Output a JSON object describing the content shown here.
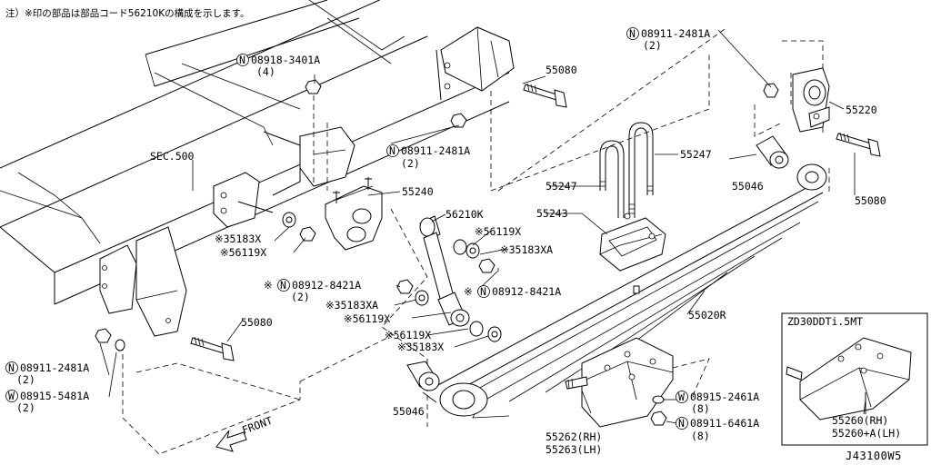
{
  "note": "注）※印の部品は部品コード56210Kの構成を示します。",
  "diagram_code": "J43100W5",
  "front_label": "FRONT",
  "inset_title": "ZD30DDTi.5MT",
  "labels": {
    "sec500": "SEC.500",
    "p55080_a": "55080",
    "p55080_b": "55080",
    "p55080_c": "55080",
    "p55220": "55220",
    "p55240": "55240",
    "p55247_a": "55247",
    "p55247_b": "55247",
    "p55243": "55243",
    "p55046_a": "55046",
    "p55046_b": "55046",
    "p56210k": "56210K",
    "p55020r": "55020R",
    "p55262": "55262(RH)",
    "p55263": "55263(LH)",
    "p55260": "55260(RH)",
    "p55260a": "55260+A(LH)",
    "p35183x_a": "※35183X",
    "p56119x_a": "※56119X",
    "p56119x_b": "※56119X",
    "p35183xa_a": "※35183XA",
    "p35183xa_b": "※35183XA",
    "p56119x_c": "※56119X",
    "p56119x_d": "※56119X",
    "p35183x_b": "※35183X",
    "mark_star": "※"
  },
  "circled_parts": [
    {
      "prefix": "N",
      "code": "08918-3401A",
      "qty": "(4)"
    },
    {
      "prefix": "N",
      "code": "08911-2481A",
      "qty": "(2)"
    },
    {
      "prefix": "N",
      "code": "08911-2481A",
      "qty": "(2)"
    },
    {
      "prefix": "N",
      "code": "08912-8421A",
      "qty": "(2)"
    },
    {
      "prefix": "N",
      "code": "08912-8421A",
      "qty": ""
    },
    {
      "prefix": "N",
      "code": "08911-2481A",
      "qty": "(2)"
    },
    {
      "prefix": "W",
      "code": "08915-5481A",
      "qty": "(2)"
    },
    {
      "prefix": "W",
      "code": "08915-2461A",
      "qty": "(8)"
    },
    {
      "prefix": "N",
      "code": "08911-6461A",
      "qty": "(8)"
    }
  ]
}
